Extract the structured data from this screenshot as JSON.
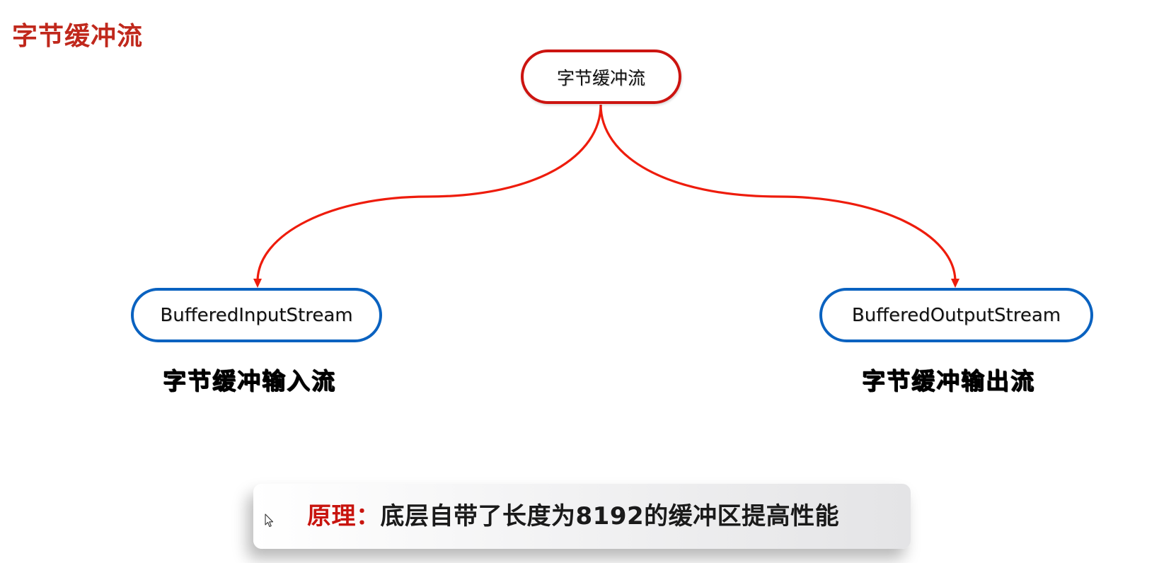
{
  "page": {
    "title": "字节缓冲流"
  },
  "diagram": {
    "root": {
      "label": "字节缓冲流",
      "border_color": "#cc1410"
    },
    "children": [
      {
        "label": "BufferedInputStream",
        "sublabel": "字节缓冲输入流",
        "border_color": "#0a62c0"
      },
      {
        "label": "BufferedOutputStream",
        "sublabel": "字节缓冲输出流",
        "border_color": "#0a62c0"
      }
    ],
    "link_color": "#ee1c0c"
  },
  "caption": {
    "key": "原理：",
    "text": "底层自带了长度为8192的缓冲区提高性能"
  },
  "cursor": {
    "icon": "mouse-pointer-icon"
  }
}
